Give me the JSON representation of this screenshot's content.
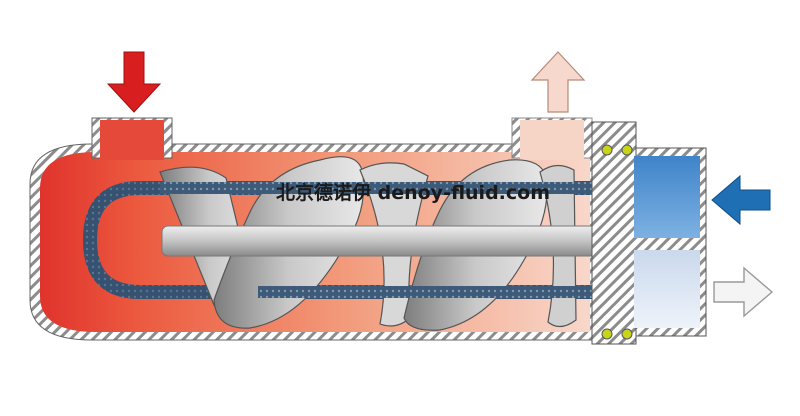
{
  "watermark": {
    "text": "北京德诺伊 denoy-fluid.com"
  },
  "colors": {
    "shell_hot": "#e0332c",
    "shell_mid": "#f08060",
    "shell_cool": "#f7cfc0",
    "hot_arrow": "#d81e1e",
    "outlet_arrow": "#f6d8cc",
    "cold_arrow": "#1f6fb5",
    "cold_chamber": "#5b9ad6",
    "return_chamber": "#dfe8f4",
    "outlet_white": "#f4f4f4",
    "helix": "#9a9a9a",
    "tube": "#34506e",
    "steel_hatch": "#8c8c8c",
    "seal": "#c7d417"
  },
  "icons": [
    "hot-inlet-arrow",
    "hot-outlet-arrow",
    "cold-inlet-arrow",
    "cold-outlet-arrow"
  ]
}
